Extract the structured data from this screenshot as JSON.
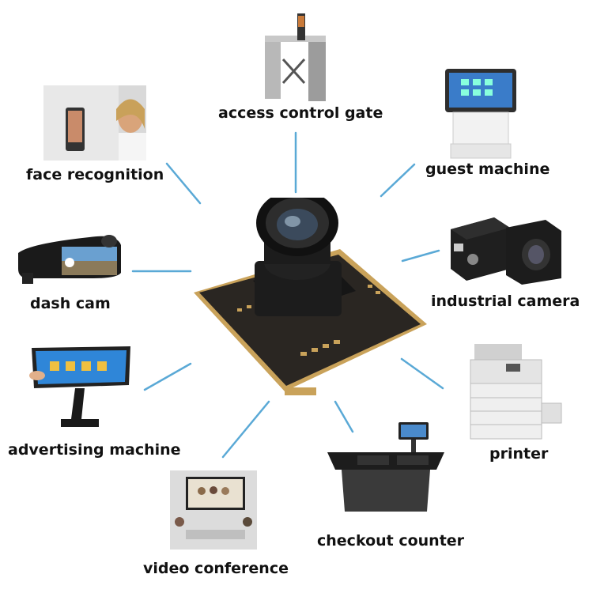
{
  "applications": [
    {
      "id": "access-control-gate",
      "label": "access control gate"
    },
    {
      "id": "face-recognition",
      "label": "face recognition"
    },
    {
      "id": "guest-machine",
      "label": "guest machine"
    },
    {
      "id": "dash-cam",
      "label": "dash cam"
    },
    {
      "id": "industrial-camera",
      "label": "industrial camera"
    },
    {
      "id": "advertising-machine",
      "label": "advertising machine"
    },
    {
      "id": "printer",
      "label": "printer"
    },
    {
      "id": "video-conference",
      "label": "video conference"
    },
    {
      "id": "checkout-counter",
      "label": "checkout counter"
    }
  ],
  "colors": {
    "connector": "#5aa9d6",
    "pcb": "#2a2622",
    "pcb_edge": "#c9a25a",
    "lens_body": "#1c1c1c"
  },
  "icons": {
    "center": "camera-module-icon",
    "access-control-gate": "turnstile-icon",
    "face-recognition": "face-scanner-icon",
    "guest-machine": "kiosk-terminal-icon",
    "dash-cam": "rearview-mirror-icon",
    "industrial-camera": "industrial-camera-icon",
    "advertising-machine": "touch-kiosk-icon",
    "printer": "printer-icon",
    "video-conference": "conference-room-icon",
    "checkout-counter": "checkout-counter-icon"
  }
}
